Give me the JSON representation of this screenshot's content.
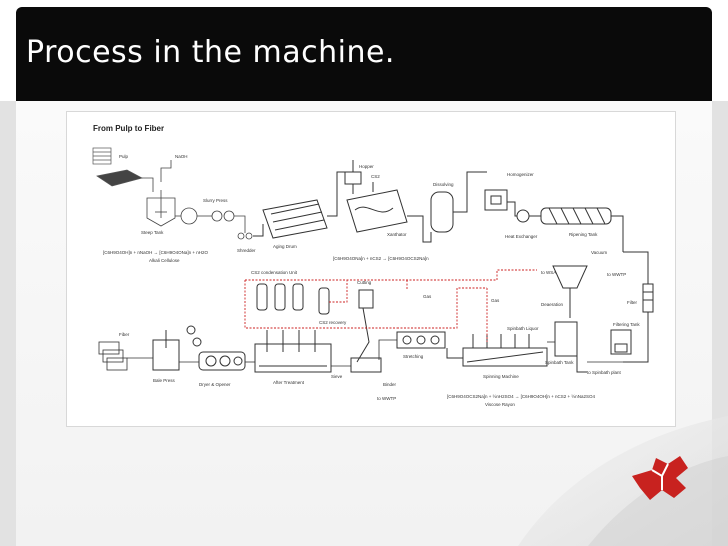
{
  "slide": {
    "title": "Process in the machine."
  },
  "diagram": {
    "title": "From Pulp to Fiber",
    "labels": {
      "pulp": "Pulp",
      "naoh": "NaOH",
      "steep_tank": "Steep Tank",
      "slurry_press": "Slurry Press",
      "shredder": "Shredder",
      "aging_drum": "Aging Drum",
      "hopper": "Hopper",
      "cs2": "CS2",
      "xanth": "Xanthator",
      "dissolving": "Dissolving",
      "homogenizer": "Homogenizer",
      "heat_exchanger": "Heat Exchanger",
      "ripening_tank": "Ripening Tank",
      "vacuum": "Vacuum",
      "to_wwtp": "to WWTP",
      "filter": "Filter",
      "filtering_tank": "Filtering Tank",
      "deaeration": "Deaeration",
      "spinbath_liquor": "Spinbath Liquor",
      "spinbath_tank": "Spinbath Tank",
      "to_spinbath_plant": "to Spinbath plant",
      "spinning_machine": "Spinning Machine",
      "viscose_rayon": "Viscose Rayon",
      "cs2_condensation": "CS2 condensation Unit",
      "cs2_recovery": "CS2 recovery",
      "to_wsa": "to WSA",
      "gas": "Gas",
      "cutting": "Cutting",
      "stretching": "Stretching",
      "fiber": "Fiber",
      "bale_press": "Bale Press",
      "dryer_opener": "Dryer & Opener",
      "after_treatment": "After Treatment",
      "sieve": "Sieve",
      "binder": "Binder",
      "alkali_cellulose": "Alkali Cellulose",
      "eq_alkali": "[C6H9O4OH]n + nNaOH → [C6H9O4ONa]n + nH2O",
      "eq_xanth": "[C6H9O4ONa]n + nCS2 → [C6H9O4OCS2Na]n",
      "eq_spin": "[C6H9O4OCS2Na]n + ½nH2SO4 → [C6H9O4OH]n + nCS2 + ½nNa2SO4"
    }
  }
}
